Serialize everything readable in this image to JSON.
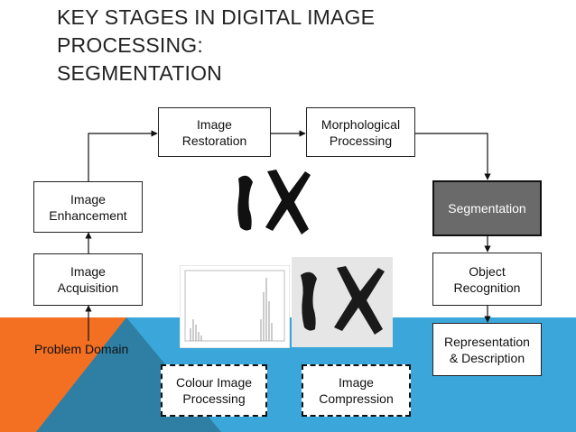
{
  "title_lines": [
    "KEY STAGES IN DIGITAL IMAGE",
    "PROCESSING:",
    "SEGMENTATION"
  ],
  "stages": {
    "image_restoration": "Image\nRestoration",
    "morphological_processing": "Morphological\nProcessing",
    "image_enhancement": "Image\nEnhancement",
    "segmentation": "Segmentation",
    "image_acquisition": "Image\nAcquisition",
    "object_recognition": "Object\nRecognition",
    "representation_description": "Representation\n& Description",
    "colour_image_processing": "Colour Image\nProcessing",
    "image_compression": "Image\nCompression"
  },
  "problem_domain": "Problem Domain",
  "colors": {
    "orange": "#f36f21",
    "blue": "#3aa6d9",
    "teal": "#3b8fb0",
    "highlight": "#6a6a6a"
  }
}
